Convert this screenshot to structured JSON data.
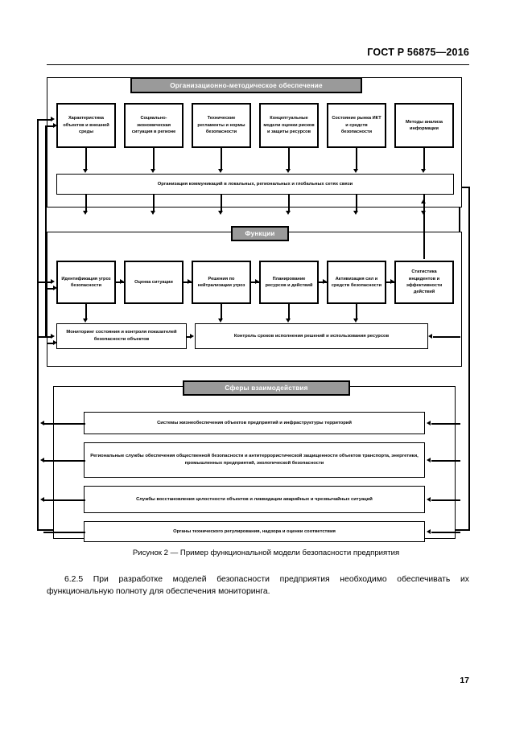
{
  "document": {
    "standard_header": "ГОСТ Р 56875—2016",
    "page_number": "17",
    "figure_caption": "Рисунок 2 — Пример функциональной модели безопасности предприятия",
    "body_paragraph": "6.2.5 При разработке моделей безопасности предприятия необходимо обеспечивать их функциональную полноту для обеспечения мониторинга."
  },
  "figure": {
    "section_top": {
      "title": "Организационно-методическое обеспечение",
      "boxes": [
        {
          "label": "Характеристика объектов и внешней среды"
        },
        {
          "label": "Социально-экономическая ситуация в регионе"
        },
        {
          "label": "Технические регламенты и нормы безопасности"
        },
        {
          "label": "Концептуальные модели оценки рисков и защиты ресурсов"
        },
        {
          "label": "Состояние рынка ИКТ и средств безопасности"
        },
        {
          "label": "Методы анализа информации"
        }
      ],
      "bar": "Организация коммуникаций в локальных, региональных и глобальных сетях связи"
    },
    "section_middle": {
      "title": "Функции",
      "boxes": [
        {
          "label": "Идентификация угроз безопасности"
        },
        {
          "label": "Оценка ситуации"
        },
        {
          "label": "Решения по нейтрализации угроз"
        },
        {
          "label": "Планирование ресурсов и действий"
        },
        {
          "label": "Активизация сил и средств безопасности"
        },
        {
          "label": "Статистика инцидентов и эффективности действий"
        }
      ],
      "bars": [
        {
          "label": "Мониторинг состояния и контроля показателей безопасности объектов"
        },
        {
          "label": "Контроль сроков исполнения решений и использования ресурсов"
        }
      ]
    },
    "section_bottom": {
      "title": "Сферы взаимодействия",
      "bars": [
        {
          "label": "Системы жизнеобеспечения объектов предприятий и инфраструктуры территорий"
        },
        {
          "label": "Региональные службы обеспечения общественной безопасности и антитеррористической защищенности объектов транспорта, энергетики, промышленных предприятий, экологической безопасности"
        },
        {
          "label": "Службы восстановления целостности объектов и ликвидации аварийных и чрезвычайных ситуаций"
        },
        {
          "label": "Органы технического регулирования, надзора и оценки соответствия"
        }
      ]
    }
  },
  "colors": {
    "band_fill": "#9a9a9a",
    "line": "#000000",
    "page_background": "#ffffff"
  }
}
